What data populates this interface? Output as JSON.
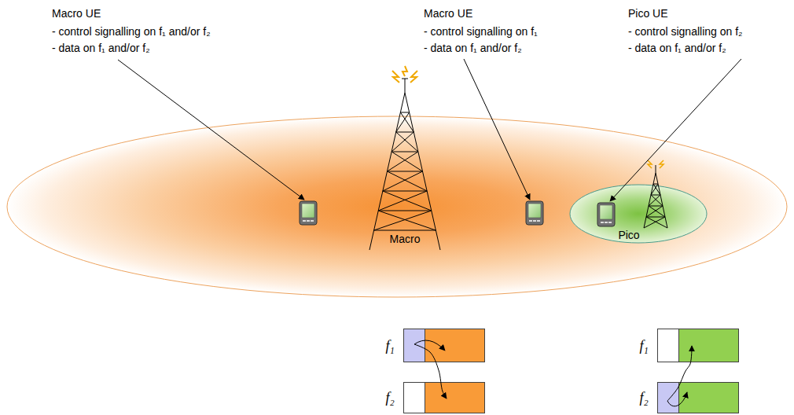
{
  "diagram": {
    "nodes": [
      {
        "text": [
          "Macro"
        ]
      },
      {
        "text": [
          "Pico"
        ],
        "in": 0
      },
      {
        "text": [
          "f₁"
        ]
      },
      {
        "text": [
          "f₂"
        ]
      },
      {
        "text": [
          "f₁"
        ]
      },
      {
        "text": [
          "f₂"
        ]
      }
    ],
    "edges": [
      {
        "from": 2,
        "to": 3,
        "arrow": "to"
      },
      {
        "from": 5,
        "to": 4,
        "arrow": "to"
      }
    ],
    "labels": [
      "Macro UE",
      "- control signalling on f₁ and/or f₂",
      "- data on f₁ and/or f₂",
      "Macro UE",
      "- control signalling on f₁",
      "- data on f₁ and/or f₂",
      "Pico UE",
      "- control signalling on f₂",
      "- data on f₁ and/or f₂"
    ]
  }
}
